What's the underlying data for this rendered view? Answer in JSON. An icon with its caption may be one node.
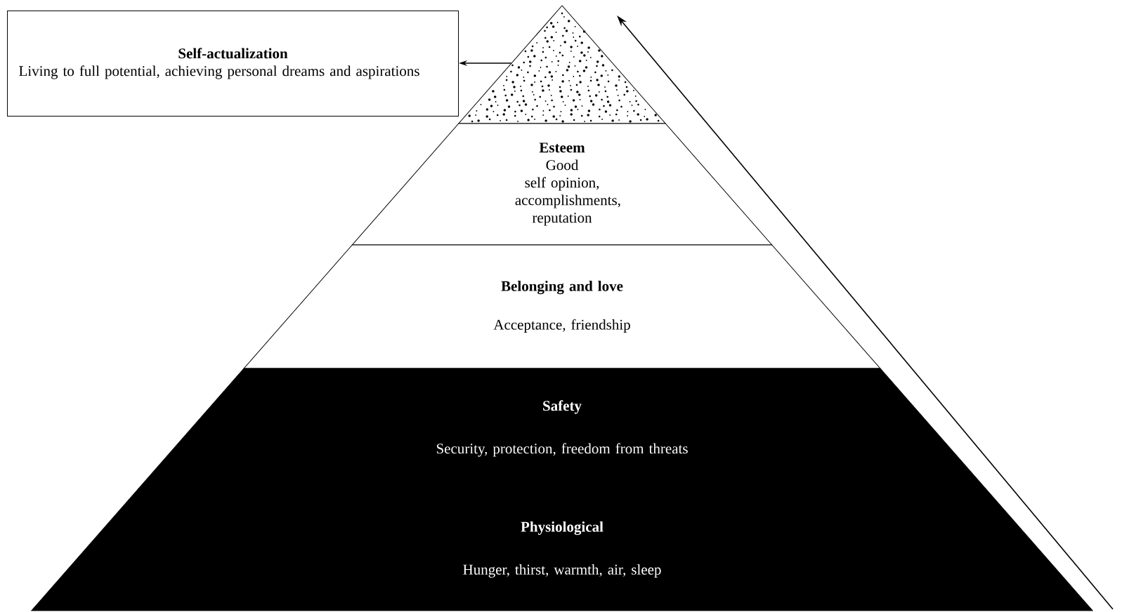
{
  "diagram": {
    "nodes": [
      {
        "text": [
          "Self-actualization",
          "Living to full potential, achieving personal dreams and aspirations"
        ]
      },
      {
        "text": [],
        "shape": "triangle"
      },
      {
        "text": [
          "Esteem",
          "Good self opinion, accomplishments, reputation"
        ]
      },
      {
        "text": [
          "Belonging and love",
          "Acceptance, friendship"
        ]
      },
      {
        "text": [
          "Safety",
          "Security, protection, freedom from threats"
        ]
      },
      {
        "text": [
          "Physiological",
          "Hunger, thirst, warmth, air, sleep"
        ]
      }
    ],
    "edges": [
      {
        "from": 1,
        "to": 0,
        "arrow": "to"
      }
    ]
  }
}
